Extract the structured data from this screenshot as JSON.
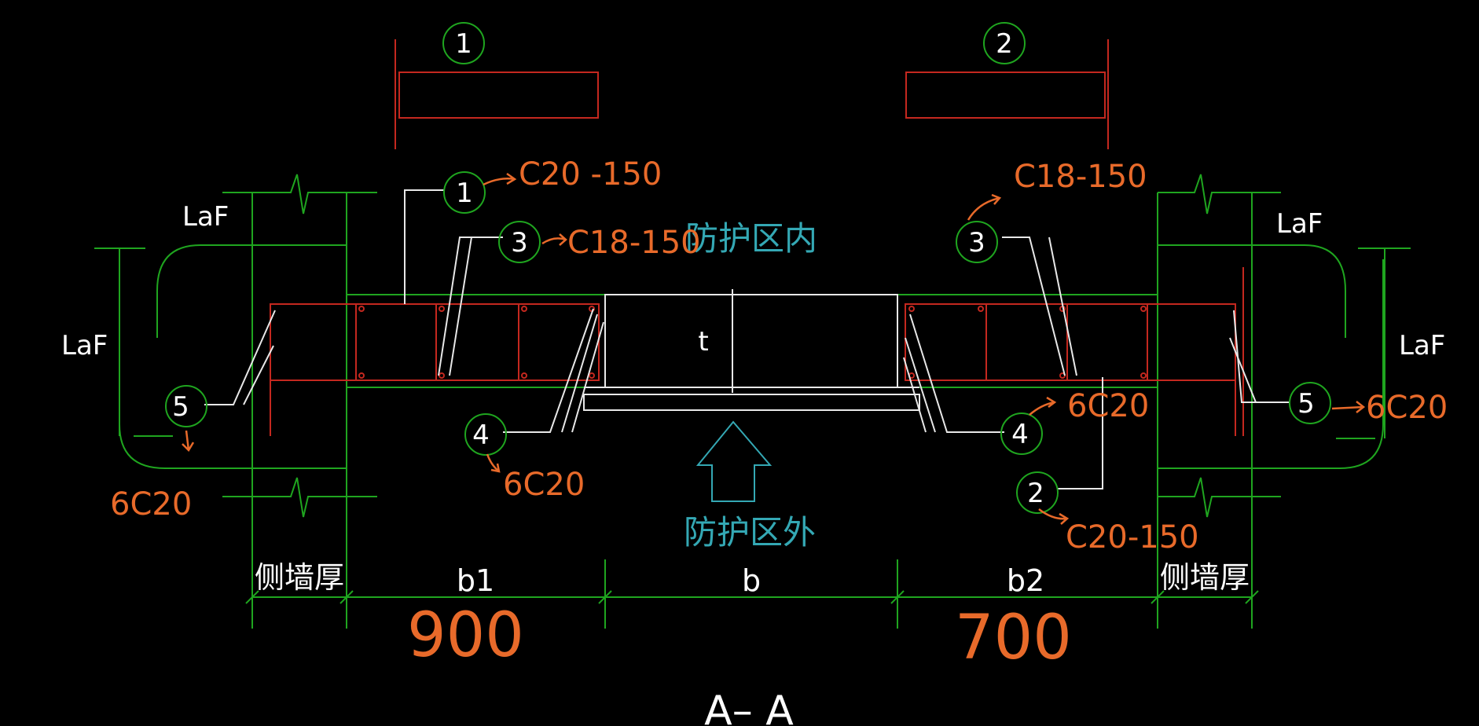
{
  "drawing": {
    "section_title": "A– A",
    "zone_inside": "防护区内",
    "zone_outside": "防护区外",
    "door_mark": "t",
    "colors": {
      "background": "#000000",
      "structure": "#1fa51f",
      "rebar": "#c4281f",
      "leader": "#e8e8e8",
      "handwritten": "#e86a2a",
      "zone_text": "#34a8b4"
    },
    "anchor_labels": {
      "top_left": "LaF",
      "left": "LaF",
      "top_right": "LaF",
      "right": "LaF"
    },
    "callouts": {
      "c1_top": "1",
      "c2_top": "2",
      "c1": "1",
      "c3_left": "3",
      "c3_right": "3",
      "c4_left": "4",
      "c4_right": "4",
      "c5_left": "5",
      "c5_right": "5",
      "c2": "2"
    },
    "dimensions": {
      "wall_left": "侧墙厚",
      "b1": "b1",
      "b": "b",
      "b2": "b2",
      "wall_right": "侧墙厚"
    },
    "handwritten_notes": {
      "rebar_1": "C20 -150",
      "rebar_3_left": "C18-150",
      "rebar_3_right": "C18-150",
      "rebar_2": "C20-150",
      "rebar_4_left": "6C20",
      "rebar_4_right": "6C20",
      "rebar_5_left": "6C20",
      "rebar_5_right": "6C20",
      "b1_value": "900",
      "b2_value": "700"
    }
  }
}
